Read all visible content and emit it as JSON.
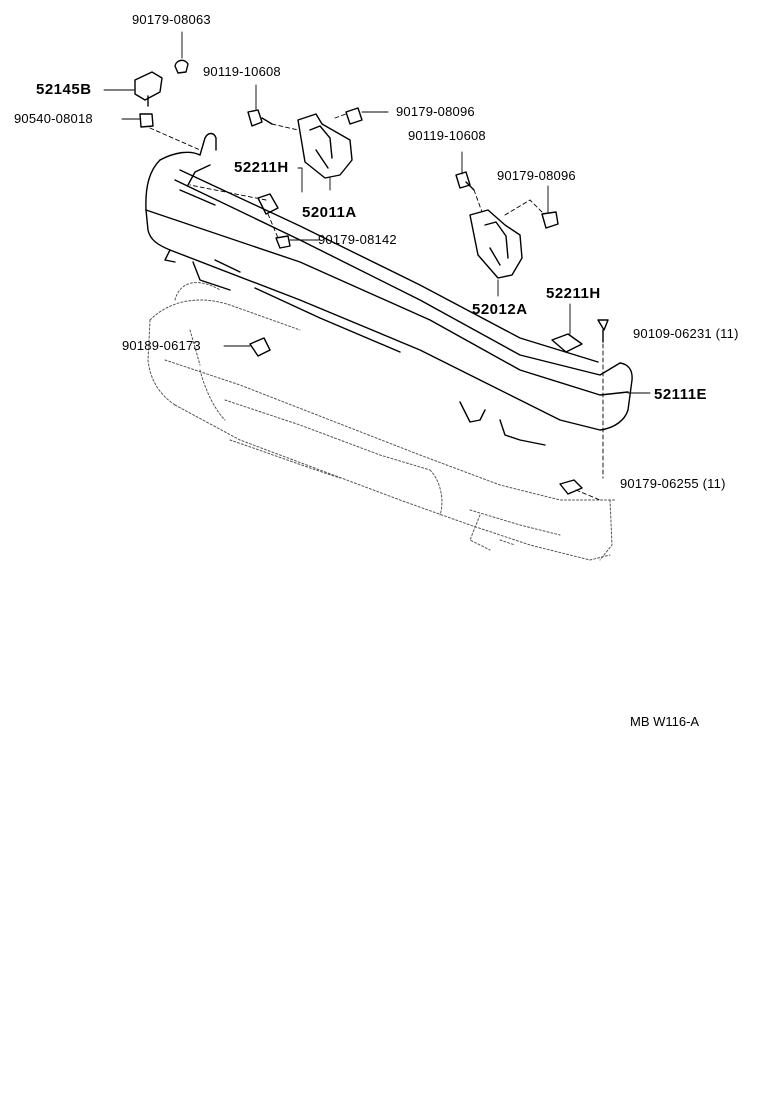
{
  "labels": {
    "p90179_08063": "90179-08063",
    "p52145B": "52145B",
    "p90540_08018": "90540-08018",
    "p90119_10608_a": "90119-10608",
    "p90179_08096_a": "90179-08096",
    "p90119_10608_b": "90119-10608",
    "p52211H_a": "52211H",
    "p90179_08096_b": "90179-08096",
    "p52011A": "52011A",
    "p90179_08142": "90179-08142",
    "p52012A": "52012A",
    "p52211H_b": "52211H",
    "p90109_06231": "90109-06231 (11)",
    "p90189_06173": "90189-06173",
    "p52111E": "52111E",
    "p90179_06255": "90179-06255 (11)"
  },
  "figure_ref": "MB W116-A"
}
